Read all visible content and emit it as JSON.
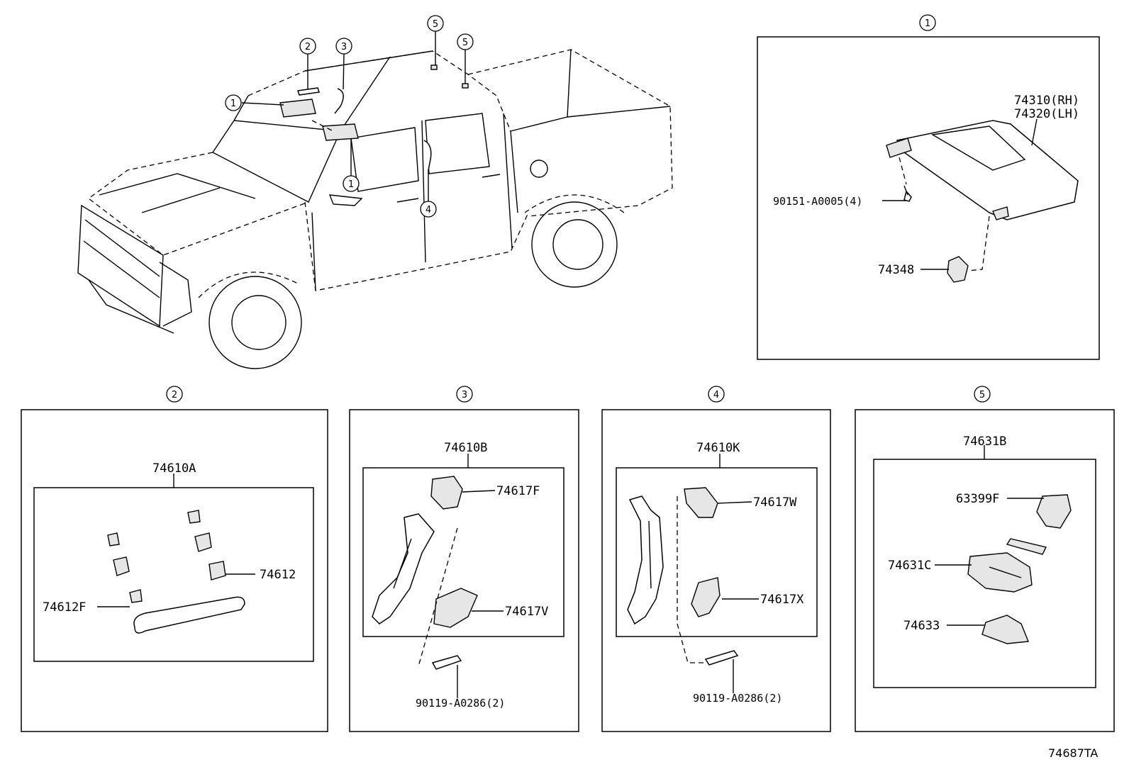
{
  "callouts": [
    "1",
    "2",
    "3",
    "4",
    "5"
  ],
  "parts": {
    "visor_rh": "74310(RH)",
    "visor_lh": "74320(LH)",
    "visor_screw": "90151-A0005(4)",
    "visor_holder": "74348",
    "grip_a": "74610A",
    "grip_a_clip": "74612",
    "grip_a_clip_f": "74612F",
    "grip_b": "74610B",
    "grip_b_cover_f": "74617F",
    "grip_b_cover_v": "74617V",
    "grip_b_screw": "90119-A0286(2)",
    "grip_k": "74610K",
    "grip_k_cover_w": "74617W",
    "grip_k_cover_x": "74617X",
    "grip_k_screw": "90119-A0286(2)",
    "lamp_assy": "74631B",
    "lamp_bulb": "63399F",
    "lamp_housing": "74631C",
    "lamp_cover": "74633"
  },
  "figure_id": "74687TA"
}
